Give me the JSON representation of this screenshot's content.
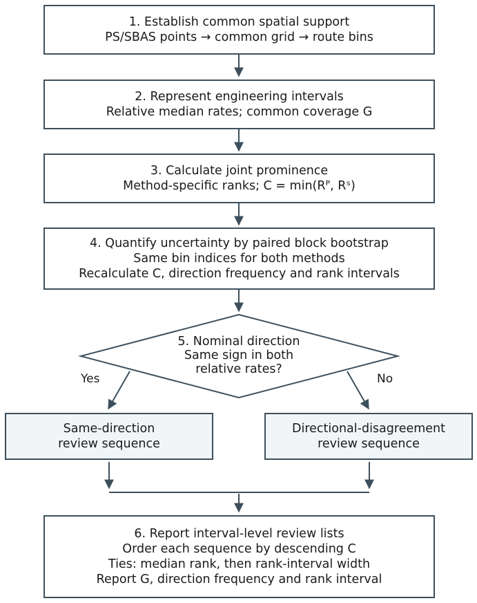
{
  "step1": {
    "title": "1. Establish common spatial support",
    "line2": "PS/SBAS points → common grid → route bins"
  },
  "step2": {
    "title": "2. Represent engineering intervals",
    "line2": "Relative median rates; common coverage G"
  },
  "step3": {
    "title": "3. Calculate joint prominence",
    "line2": "Method-specific ranks; C = min(Rᴾ, Rˢ)"
  },
  "step4": {
    "title": "4. Quantify uncertainty by paired block bootstrap",
    "line2": "Same bin indices for both methods",
    "line3": "Recalculate C, direction frequency and rank intervals"
  },
  "step5": {
    "title": "5. Nominal direction",
    "line2": "Same sign in both",
    "line3": "relative rates?"
  },
  "branch": {
    "yes_label": "Yes",
    "no_label": "No",
    "same": {
      "line1": "Same-direction",
      "line2": "review sequence"
    },
    "disagree": {
      "line1": "Directional-disagreement",
      "line2": "review sequence"
    }
  },
  "step6": {
    "title": "6. Report interval-level review lists",
    "line2": "Order each sequence by descending C",
    "line3": "Ties: median rank, then rank-interval width",
    "line4": "Report G, direction frequency and rank interval"
  },
  "colors": {
    "stroke": "#3d4f5c",
    "tint": "#f1f5f8"
  }
}
